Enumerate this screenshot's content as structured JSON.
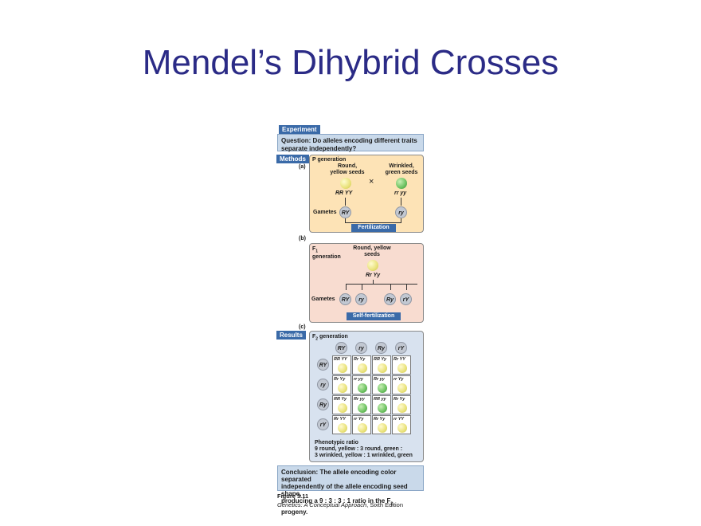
{
  "slide": {
    "title": "Mendel’s Dihybrid Crosses"
  },
  "figure": {
    "experiment_label": "Experiment",
    "question_line1": "Question: Do alleles encoding different traits",
    "question_line2": "separate independently?",
    "methods_label": "Methods",
    "results_label": "Results",
    "panel_a": {
      "tag": "(a)",
      "title": "P generation",
      "left_phenotype_1": "Round,",
      "left_phenotype_2": "yellow seeds",
      "right_phenotype_1": "Wrinkled,",
      "right_phenotype_2": "green seeds",
      "cross": "×",
      "left_genotype": "RR YY",
      "right_genotype": "rr yy",
      "gametes_label": "Gametes",
      "left_gamete": "RY",
      "right_gamete": "ry",
      "band": "Fertilization"
    },
    "panel_b": {
      "tag": "(b)",
      "title_1": "F",
      "title_sub": "1",
      "title_2": "generation",
      "phenotype_1": "Round, yellow",
      "phenotype_2": "seeds",
      "genotype": "Rr Yy",
      "gametes_label": "Gametes",
      "gametes": [
        "RY",
        "ry",
        "Ry",
        "rY"
      ],
      "band": "Self-fertilization"
    },
    "panel_c": {
      "tag": "(c)",
      "title_1": "F",
      "title_sub": "2",
      "title_2": " generation",
      "col_gametes": [
        "RY",
        "ry",
        "Ry",
        "rY"
      ],
      "row_gametes": [
        "RY",
        "ry",
        "Ry",
        "rY"
      ],
      "grid": [
        [
          {
            "g": "RR YY",
            "c": "yellow"
          },
          {
            "g": "Rr Yy",
            "c": "yellow"
          },
          {
            "g": "RR Yy",
            "c": "yellow"
          },
          {
            "g": "Rr YY",
            "c": "yellow"
          }
        ],
        [
          {
            "g": "Rr Yy",
            "c": "yellow"
          },
          {
            "g": "rr yy",
            "c": "green"
          },
          {
            "g": "Rr yy",
            "c": "green"
          },
          {
            "g": "rr Yy",
            "c": "yellow"
          }
        ],
        [
          {
            "g": "RR Yy",
            "c": "yellow"
          },
          {
            "g": "Rr yy",
            "c": "green"
          },
          {
            "g": "RR yy",
            "c": "green"
          },
          {
            "g": "Rr Yy",
            "c": "yellow"
          }
        ],
        [
          {
            "g": "Rr YY",
            "c": "yellow"
          },
          {
            "g": "rr Yy",
            "c": "yellow"
          },
          {
            "g": "Rr Yy",
            "c": "yellow"
          },
          {
            "g": "rr YY",
            "c": "yellow"
          }
        ]
      ],
      "ratio_title": "Phenotypic ratio",
      "ratio_line1": "9 round, yellow : 3 round, green :",
      "ratio_line2": "3 wrinkled, yellow : 1  wrinkled, green"
    },
    "conclusion_line1": "Conclusion: The allele encoding color separated",
    "conclusion_line2": "independently of the allele encoding seed shape,",
    "conclusion_line3a": "producing a 9 : 3 : 3 : 1 ratio in the F",
    "conclusion_sub": "2",
    "conclusion_line3b": " progeny.",
    "caption_number": "Figure 3.11",
    "caption_book": "Genetics: A Conceptual Approach",
    "caption_edition": ", Sixth Edition"
  },
  "colors": {
    "title": "#2b2b86",
    "header_blue": "#3a6aa8",
    "panel_a": "#fde3b6",
    "panel_b": "#f8dcd0",
    "panel_c": "#d8e2ef"
  }
}
